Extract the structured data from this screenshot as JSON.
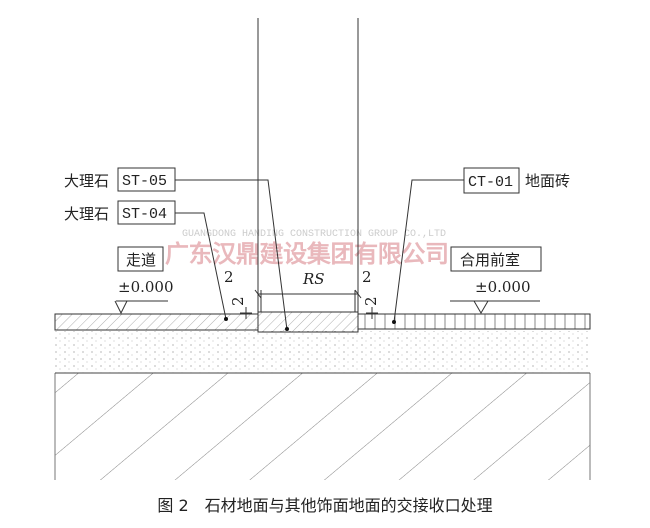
{
  "labels": {
    "st05_material": "大理石",
    "st05_code": "ST-05",
    "st04_material": "大理石",
    "st04_code": "ST-04",
    "ct01_code": "CT-01",
    "ct01_material": "地面砖",
    "left_room": "走道",
    "left_level": "±0.000",
    "right_room": "合用前室",
    "right_level": "±0.000"
  },
  "dimensions": {
    "left_gap": "2",
    "width": "RS",
    "right_gap": "2",
    "left_height": "2",
    "right_height": "2"
  },
  "watermark": {
    "cn": "广东汉鼎建设集团有限公司",
    "en": "GUANGDONG HANDING CONSTRUCTION GROUP CO.,LTD"
  },
  "caption": "图 2　石材地面与其他饰面地面的交接收口处理"
}
